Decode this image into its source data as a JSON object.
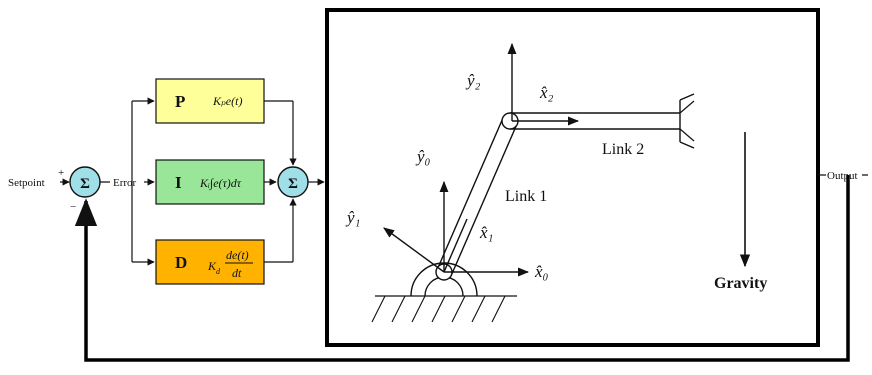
{
  "signals": {
    "setpoint": "Setpoint",
    "error": "Error",
    "output": "Output",
    "plus": "+",
    "minus": "−",
    "sum": "Σ"
  },
  "blocks": [
    {
      "id": "p",
      "letter": "P",
      "formula": "Kₚe(t)",
      "color": "#FFFF99"
    },
    {
      "id": "i",
      "letter": "I",
      "formula": "Kᵢ∫e(τ)dτ",
      "color": "#99E699"
    },
    {
      "id": "d",
      "letter": "D",
      "formula": "K_d de(t)/dt",
      "color": "#FFB300"
    }
  ],
  "robot": {
    "axes": {
      "y2": "ŷ₂",
      "x2": "x̂₂",
      "y0": "ŷ₀",
      "y1": "ŷ₁",
      "x1": "x̂₁",
      "x0": "x̂₀"
    },
    "link1": "Link 1",
    "link2": "Link 2",
    "gravity": "Gravity",
    "gravity_color": "#1F1FCC"
  },
  "colors": {
    "sum_fill": "#9FE0E8",
    "line": "#111111"
  }
}
